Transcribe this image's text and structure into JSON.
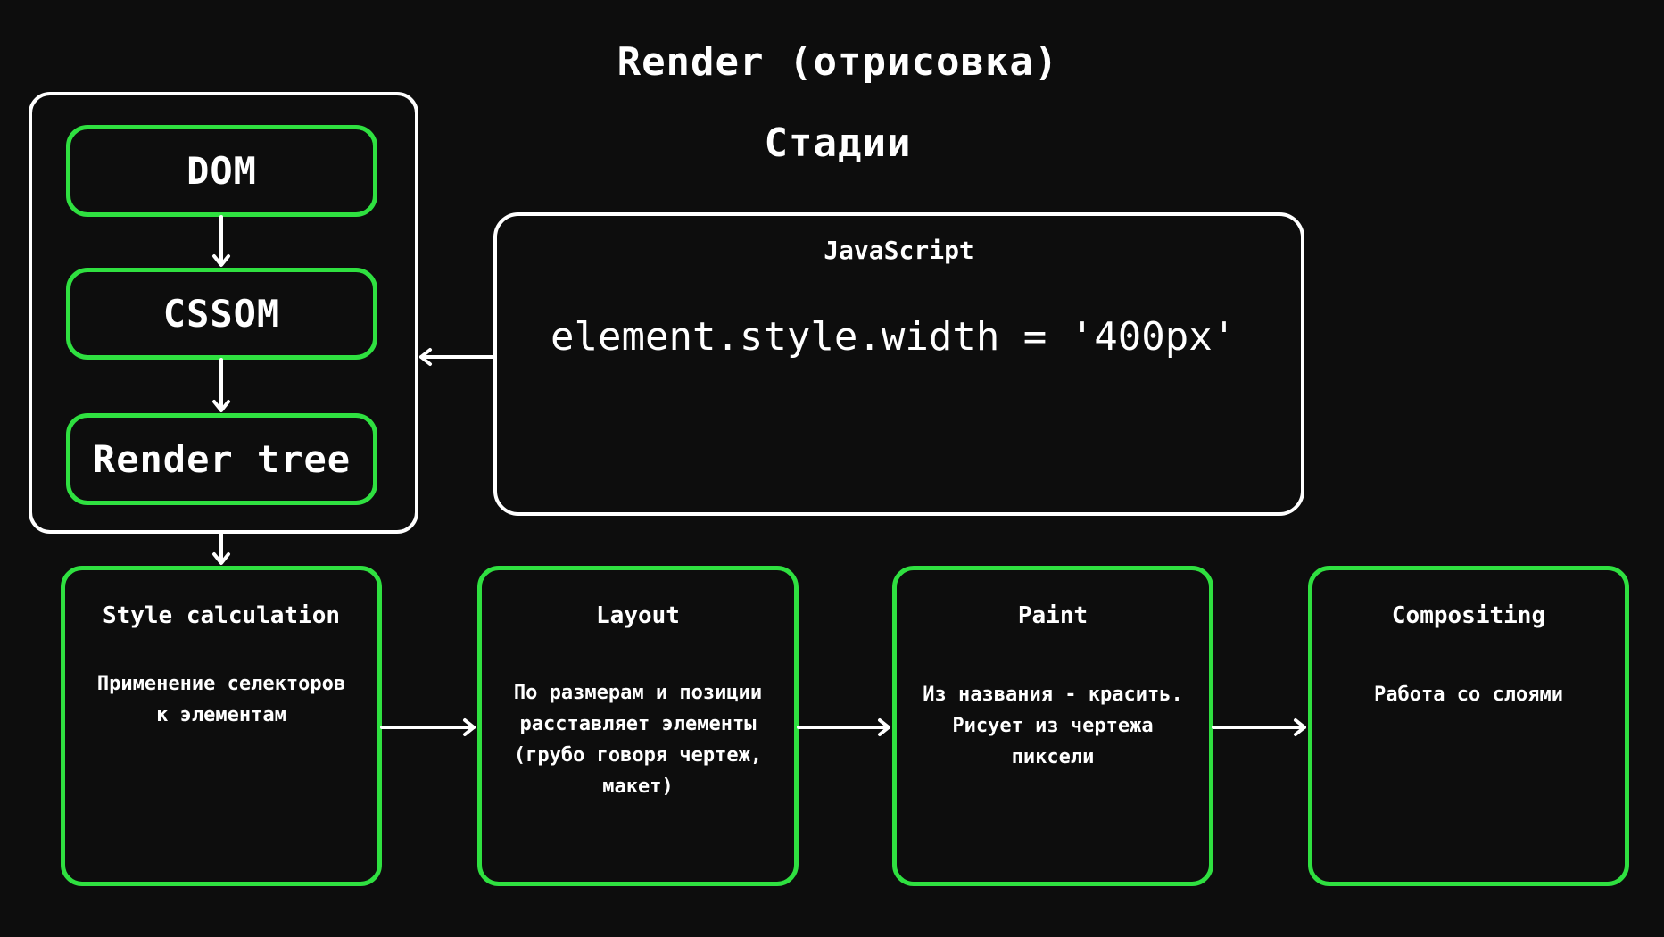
{
  "header": {
    "title": "Render (отрисовка)",
    "subtitle": "Стадии"
  },
  "pipeline_group": {
    "nodes": [
      {
        "label": "DOM"
      },
      {
        "label": "CSSOM"
      },
      {
        "label": "Render tree"
      }
    ]
  },
  "javascript_box": {
    "title": "JavaScript",
    "code": "element.style.width = '400px'"
  },
  "stages": [
    {
      "title": "Style calculation",
      "desc": "Применение селекторов\nк элементам"
    },
    {
      "title": "Layout",
      "desc": "По размерам и позиции\nрасставляет элементы\n(грубо говоря чертеж,\nмакет)"
    },
    {
      "title": "Paint",
      "desc": "Из названия - красить.\nРисует из чертежа\nпиксели"
    },
    {
      "title": "Compositing",
      "desc": "Работа со слоями"
    }
  ],
  "colors": {
    "background": "#0d0d0d",
    "accent_green": "#2fe040",
    "stroke_white": "#ffffff"
  }
}
